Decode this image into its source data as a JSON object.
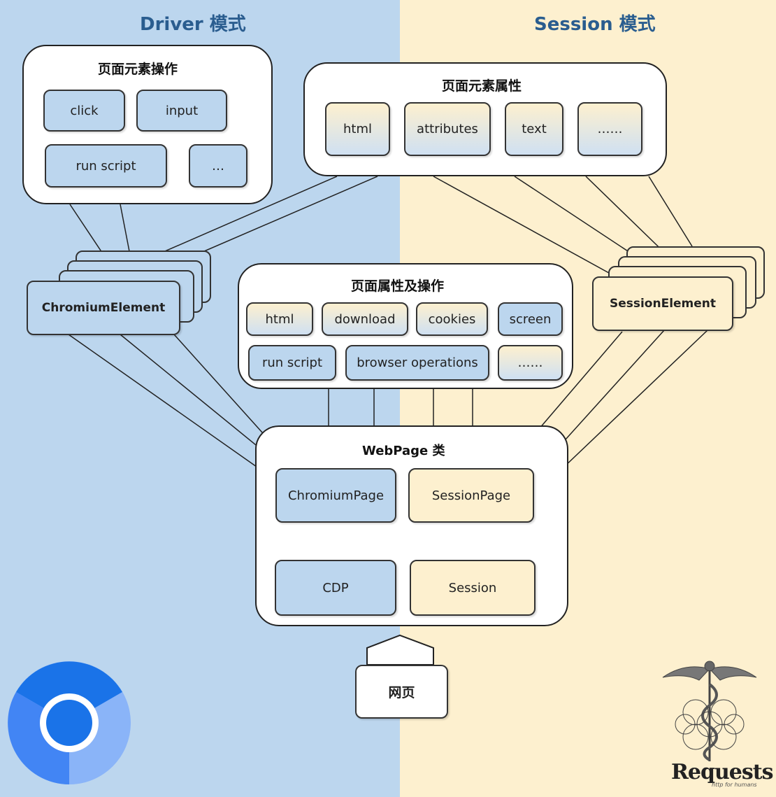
{
  "headers": {
    "driver_mode": "Driver 模式",
    "session_mode": "Session 模式"
  },
  "element_ops": {
    "title": "页面元素操作",
    "items": [
      "click",
      "input",
      "run script",
      "…"
    ]
  },
  "element_props": {
    "title": "页面元素属性",
    "items": [
      "html",
      "attributes",
      "text",
      "……"
    ]
  },
  "page_props": {
    "title": "页面属性及操作",
    "row1": [
      "html",
      "download",
      "cookies",
      "screen"
    ],
    "row2": [
      "run script",
      "browser operations",
      "……"
    ]
  },
  "chromium_element": "ChromiumElement",
  "session_element": "SessionElement",
  "webpage": {
    "title": "WebPage 类",
    "chromium_page": "ChromiumPage",
    "session_page": "SessionPage",
    "cdp": "CDP",
    "session": "Session"
  },
  "webpage_source": "网页",
  "logos": {
    "chromium": "chromium-logo",
    "requests_text": "Requests",
    "requests_subtitle": "http for humans"
  },
  "colors": {
    "driver_blue": "#bcd6ee",
    "session_yellow": "#fdf0cf",
    "title_blue": "#2a5d8f"
  }
}
